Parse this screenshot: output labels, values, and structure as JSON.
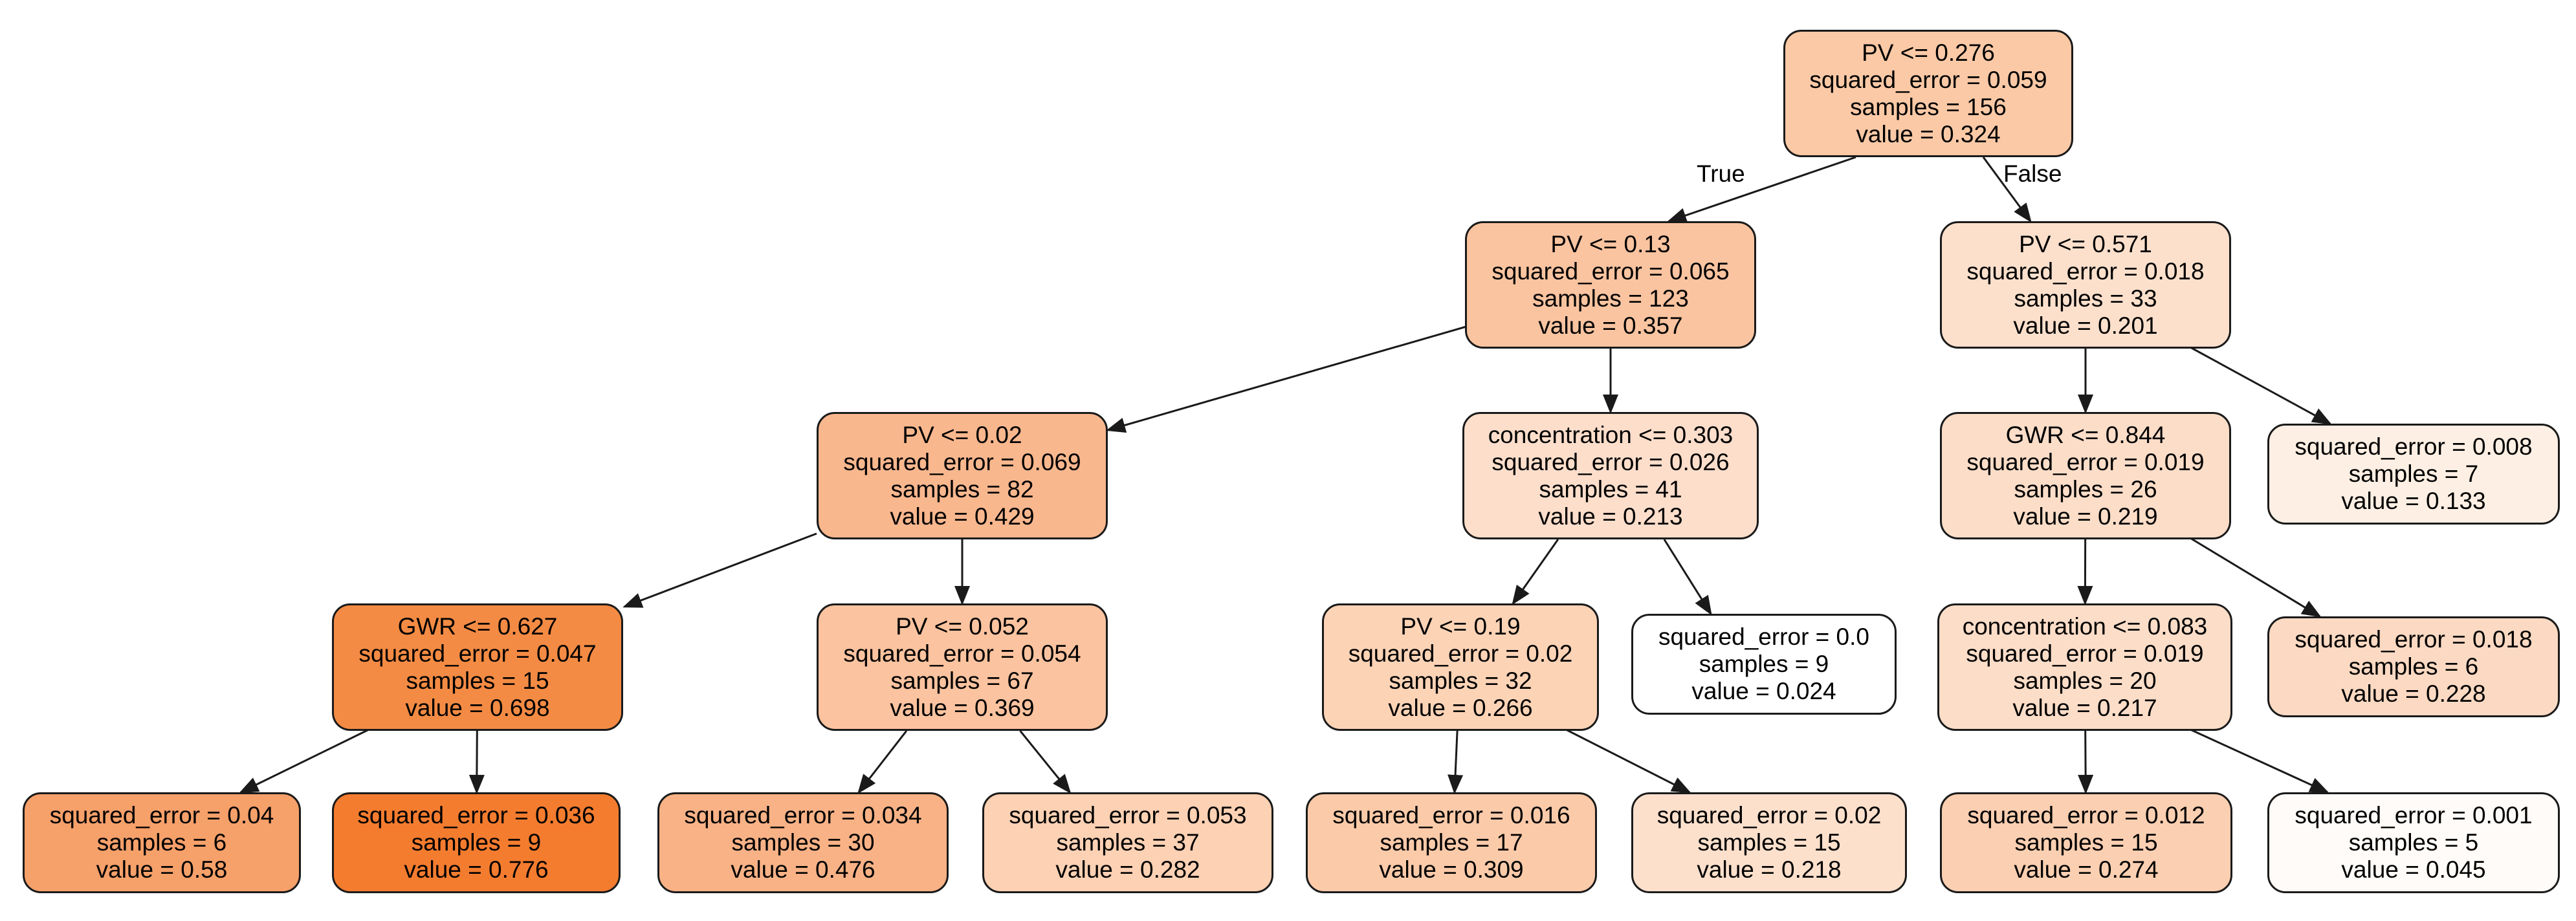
{
  "nodes": [
    {
      "id": "n0",
      "condition": "PV <= 0.276",
      "squared_error": "squared_error = 0.059",
      "samples": "samples = 156",
      "value": "value = 0.324",
      "fill": "#fbc9a6"
    },
    {
      "id": "n1",
      "condition": "PV <= 0.13",
      "squared_error": "squared_error = 0.065",
      "samples": "samples = 123",
      "value": "value = 0.357",
      "fill": "#fac4a0"
    },
    {
      "id": "n2",
      "condition": "PV <= 0.571",
      "squared_error": "squared_error = 0.018",
      "samples": "samples = 33",
      "value": "value = 0.201",
      "fill": "#fde0cc"
    },
    {
      "id": "n3",
      "condition": "PV <= 0.02",
      "squared_error": "squared_error = 0.069",
      "samples": "samples = 82",
      "value": "value = 0.429",
      "fill": "#f9b78e"
    },
    {
      "id": "n4",
      "condition": "concentration <= 0.303",
      "squared_error": "squared_error = 0.026",
      "samples": "samples = 41",
      "value": "value = 0.213",
      "fill": "#fddecb"
    },
    {
      "id": "n5",
      "condition": "GWR <= 0.844",
      "squared_error": "squared_error = 0.019",
      "samples": "samples = 26",
      "value": "value = 0.219",
      "fill": "#fcddc8"
    },
    {
      "id": "n6",
      "condition": "",
      "squared_error": "squared_error = 0.008",
      "samples": "samples = 7",
      "value": "value = 0.133",
      "fill": "#fdefe3"
    },
    {
      "id": "n7",
      "condition": "GWR <= 0.627",
      "squared_error": "squared_error = 0.047",
      "samples": "samples = 15",
      "value": "value = 0.698",
      "fill": "#f48b44"
    },
    {
      "id": "n8",
      "condition": "PV <= 0.052",
      "squared_error": "squared_error = 0.054",
      "samples": "samples = 67",
      "value": "value = 0.369",
      "fill": "#fbc39f"
    },
    {
      "id": "n9",
      "condition": "PV <= 0.19",
      "squared_error": "squared_error = 0.02",
      "samples": "samples = 32",
      "value": "value = 0.266",
      "fill": "#fdd3b6"
    },
    {
      "id": "n10",
      "condition": "",
      "squared_error": "squared_error = 0.0",
      "samples": "samples = 9",
      "value": "value = 0.024",
      "fill": "#ffffff"
    },
    {
      "id": "n11",
      "condition": "concentration <= 0.083",
      "squared_error": "squared_error = 0.019",
      "samples": "samples = 20",
      "value": "value = 0.217",
      "fill": "#fcddc8"
    },
    {
      "id": "n12",
      "condition": "",
      "squared_error": "squared_error = 0.018",
      "samples": "samples = 6",
      "value": "value = 0.228",
      "fill": "#fbd9c2"
    },
    {
      "id": "n13",
      "condition": "",
      "squared_error": "squared_error = 0.04",
      "samples": "samples = 6",
      "value": "value = 0.58",
      "fill": "#f6a06a"
    },
    {
      "id": "n14",
      "condition": "",
      "squared_error": "squared_error = 0.036",
      "samples": "samples = 9",
      "value": "value = 0.776",
      "fill": "#f47c2f"
    },
    {
      "id": "n15",
      "condition": "",
      "squared_error": "squared_error = 0.034",
      "samples": "samples = 30",
      "value": "value = 0.476",
      "fill": "#f8b286"
    },
    {
      "id": "n16",
      "condition": "",
      "squared_error": "squared_error = 0.053",
      "samples": "samples = 37",
      "value": "value = 0.282",
      "fill": "#fdd1b3"
    },
    {
      "id": "n17",
      "condition": "",
      "squared_error": "squared_error = 0.016",
      "samples": "samples = 17",
      "value": "value = 0.309",
      "fill": "#fbcaa9"
    },
    {
      "id": "n18",
      "condition": "",
      "squared_error": "squared_error = 0.02",
      "samples": "samples = 15",
      "value": "value = 0.218",
      "fill": "#fde0cc"
    },
    {
      "id": "n19",
      "condition": "",
      "squared_error": "squared_error = 0.012",
      "samples": "samples = 15",
      "value": "value = 0.274",
      "fill": "#fbcfb1"
    },
    {
      "id": "n20",
      "condition": "",
      "squared_error": "squared_error = 0.001",
      "samples": "samples = 5",
      "value": "value = 0.045",
      "fill": "#fffbf8"
    }
  ],
  "edges": [
    {
      "from": "n0",
      "to": "n1",
      "label": "True"
    },
    {
      "from": "n0",
      "to": "n2",
      "label": "False"
    },
    {
      "from": "n1",
      "to": "n3",
      "label": ""
    },
    {
      "from": "n1",
      "to": "n4",
      "label": ""
    },
    {
      "from": "n2",
      "to": "n5",
      "label": ""
    },
    {
      "from": "n2",
      "to": "n6",
      "label": ""
    },
    {
      "from": "n3",
      "to": "n7",
      "label": ""
    },
    {
      "from": "n3",
      "to": "n8",
      "label": ""
    },
    {
      "from": "n4",
      "to": "n9",
      "label": ""
    },
    {
      "from": "n4",
      "to": "n10",
      "label": ""
    },
    {
      "from": "n5",
      "to": "n11",
      "label": ""
    },
    {
      "from": "n5",
      "to": "n12",
      "label": ""
    },
    {
      "from": "n7",
      "to": "n13",
      "label": ""
    },
    {
      "from": "n7",
      "to": "n14",
      "label": ""
    },
    {
      "from": "n8",
      "to": "n15",
      "label": ""
    },
    {
      "from": "n8",
      "to": "n16",
      "label": ""
    },
    {
      "from": "n9",
      "to": "n17",
      "label": ""
    },
    {
      "from": "n9",
      "to": "n18",
      "label": ""
    },
    {
      "from": "n11",
      "to": "n19",
      "label": ""
    },
    {
      "from": "n11",
      "to": "n20",
      "label": ""
    }
  ],
  "colors": {
    "border": "#1a1a1a",
    "edge": "#1a1a1a",
    "background": "#ffffff"
  }
}
